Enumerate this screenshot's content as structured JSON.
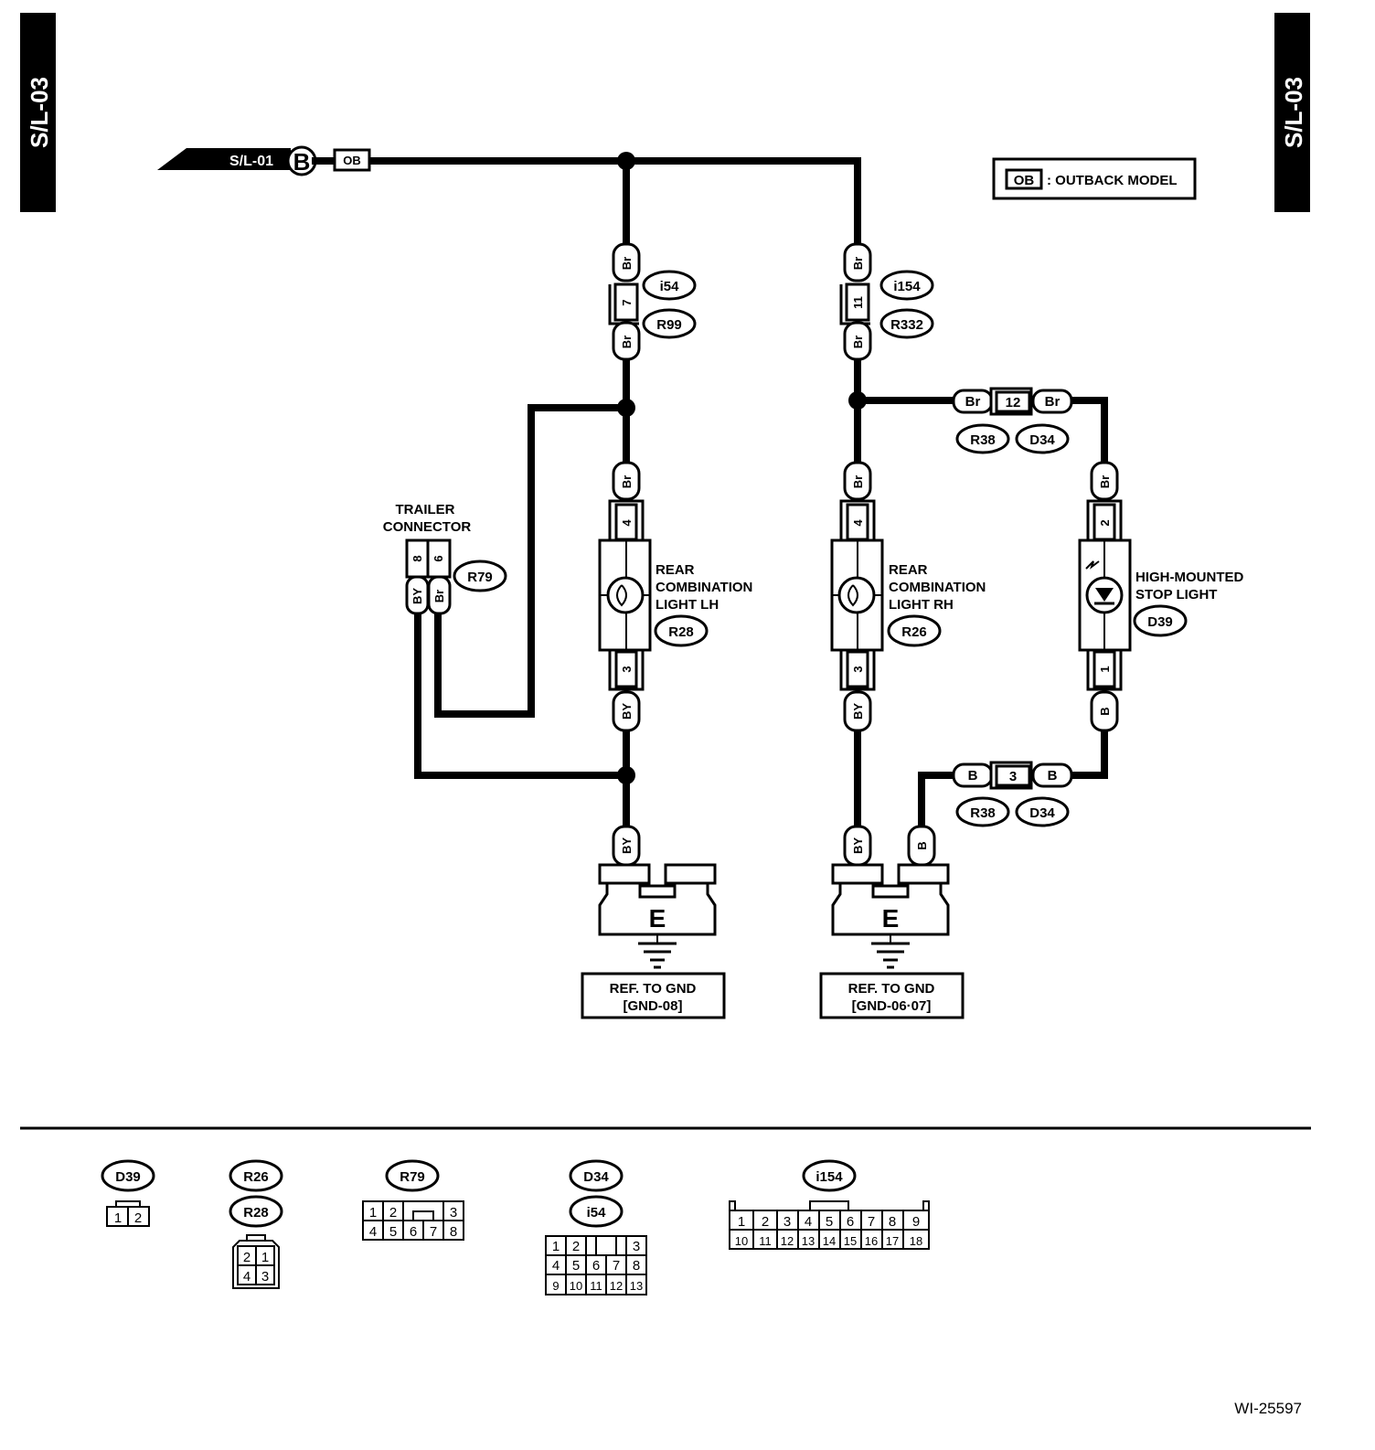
{
  "page_code_left": "S/L-03",
  "page_code_right": "S/L-03",
  "source_ref": "S/L-01",
  "source_terminal": "B",
  "source_model_tag": "OB",
  "legend": {
    "tag": "OB",
    "text": ": OUTBACK MODEL"
  },
  "wire_colors": {
    "lh_top": "Br",
    "lh_bottom": "Br",
    "lh_light_in": "Br",
    "lh_light_out": "BY",
    "lh_ground": "BY",
    "rh_top": "Br",
    "rh_bottom": "Br",
    "rh_light_in": "Br",
    "rh_light_out": "BY",
    "rh_ground": "BY",
    "stop_top_left": "Br",
    "stop_top_right": "Br",
    "stop_in": "Br",
    "stop_out": "B",
    "stop_bottom_left": "B",
    "stop_bottom_right": "B",
    "stop_ground": "B",
    "trailer_left": "BY",
    "trailer_right": "Br"
  },
  "connectors": {
    "lh_pin": "7",
    "lh_a": "i54",
    "lh_b": "R99",
    "rh_pin": "11",
    "rh_a": "i154",
    "rh_b": "R332",
    "top_joint_pin": "12",
    "top_joint_a": "R38",
    "top_joint_b": "D34",
    "bottom_joint_pin": "3",
    "bottom_joint_a": "R38",
    "bottom_joint_b": "D34",
    "trailer_pin_left": "8",
    "trailer_pin_right": "6",
    "trailer_id": "R79"
  },
  "components": {
    "trailer": {
      "line1": "TRAILER",
      "line2": "CONNECTOR"
    },
    "lh": {
      "line1": "REAR",
      "line2": "COMBINATION",
      "line3": "LIGHT LH",
      "id": "R28",
      "pin_in": "4",
      "pin_out": "3"
    },
    "rh": {
      "line1": "REAR",
      "line2": "COMBINATION",
      "line3": "LIGHT RH",
      "id": "R26",
      "pin_in": "4",
      "pin_out": "3"
    },
    "stop": {
      "line1": "HIGH-MOUNTED",
      "line2": "STOP LIGHT",
      "id": "D39",
      "pin_in": "2",
      "pin_out": "1"
    }
  },
  "grounds": {
    "left": {
      "symbol": "E",
      "ref1": "REF. TO GND",
      "ref2": "[GND-08]"
    },
    "right": {
      "symbol": "E",
      "ref1": "REF. TO GND",
      "ref2": "[GND-06·07]"
    }
  },
  "connector_views": {
    "d39": {
      "id": "D39",
      "pins": [
        "1",
        "2"
      ]
    },
    "r26": {
      "id": "R26",
      "id2": "R28",
      "pins_top": [
        "2",
        "1"
      ],
      "pins_bottom": [
        "4",
        "3"
      ]
    },
    "r79": {
      "id": "R79",
      "pins_top": [
        "1",
        "2",
        "3"
      ],
      "pins_bottom": [
        "4",
        "5",
        "6",
        "7",
        "8"
      ]
    },
    "d34": {
      "id": "D34",
      "id2": "i54",
      "row1": [
        "1",
        "2",
        "3"
      ],
      "row2": [
        "4",
        "5",
        "6",
        "7",
        "8"
      ],
      "row3": [
        "9",
        "10",
        "11",
        "12",
        "13"
      ]
    },
    "i154": {
      "id": "i154",
      "row1": [
        "1",
        "2",
        "3",
        "4",
        "5",
        "6",
        "7",
        "8",
        "9"
      ],
      "row2": [
        "10",
        "11",
        "12",
        "13",
        "14",
        "15",
        "16",
        "17",
        "18"
      ]
    }
  },
  "figure_id": "WI-25597"
}
